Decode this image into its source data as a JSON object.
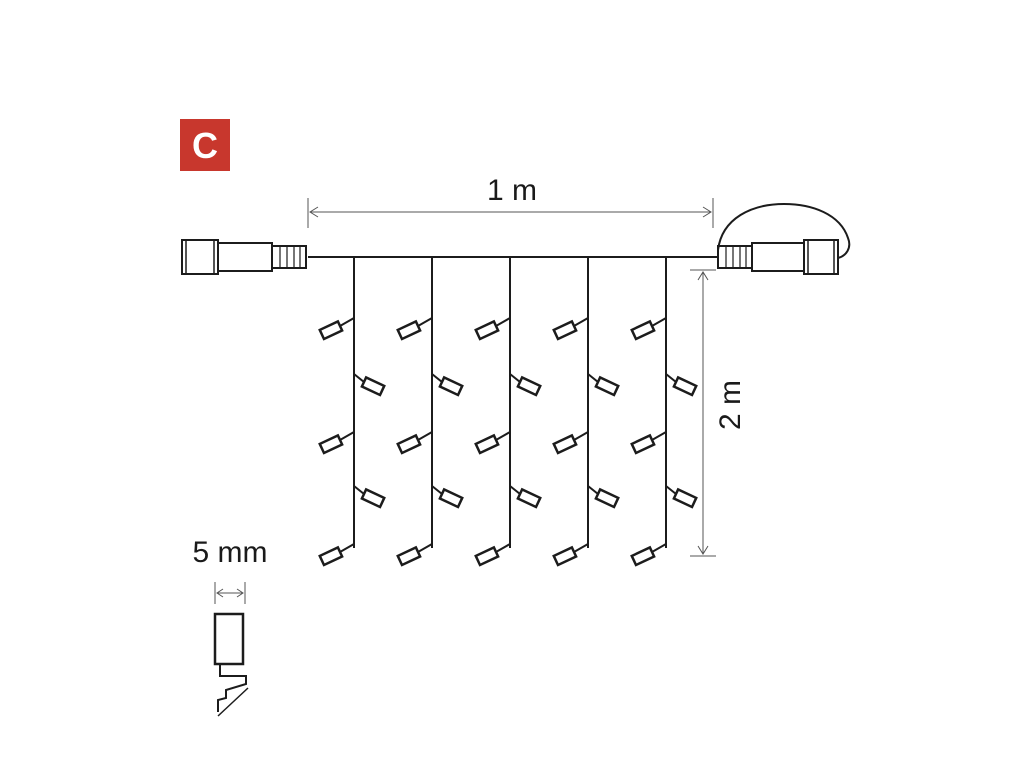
{
  "badge": {
    "letter": "C",
    "color": "#c8372d"
  },
  "dimensions": {
    "width_label": "1 m",
    "height_label": "2 m",
    "bulb_size_label": "5 mm"
  },
  "diagram": {
    "strand_count": 5,
    "bulbs_per_strand": 5,
    "line_color": "#1c1c1c",
    "dimension_line_color": "#555555"
  }
}
